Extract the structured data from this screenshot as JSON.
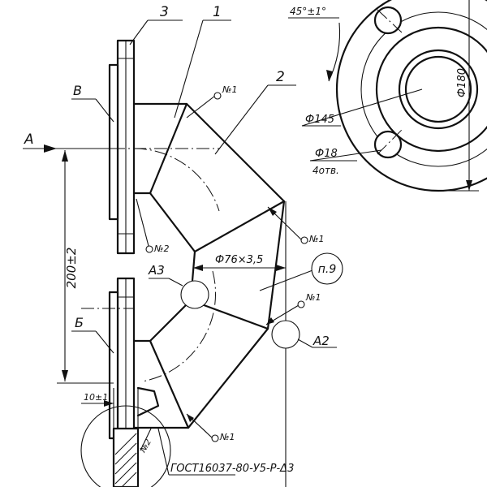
{
  "labels": {
    "part_1": "1",
    "part_2": "2",
    "part_3": "3",
    "view_a": "A",
    "surface_b": "Б",
    "surface_v": "В",
    "detail_a2": "A2",
    "detail_a3": "A3",
    "note_ref": "п.9"
  },
  "weld_marks": {
    "top_left": "№1",
    "top_right": "№1",
    "middle": "№1",
    "bottom": "№1",
    "flange_top": "№2",
    "flange_bottom": "№2"
  },
  "dimensions": {
    "angle": "45°±1°",
    "outer_diameter": "Ф180",
    "bolt_circle": "Ф145",
    "hole_diameter": "Ф18",
    "hole_count": "4отв.",
    "pipe": "Ф76×3,5",
    "height": "200±2",
    "gap": "10±1"
  },
  "standard": "ГОСТ16037-80-У5-Р-Δ3"
}
